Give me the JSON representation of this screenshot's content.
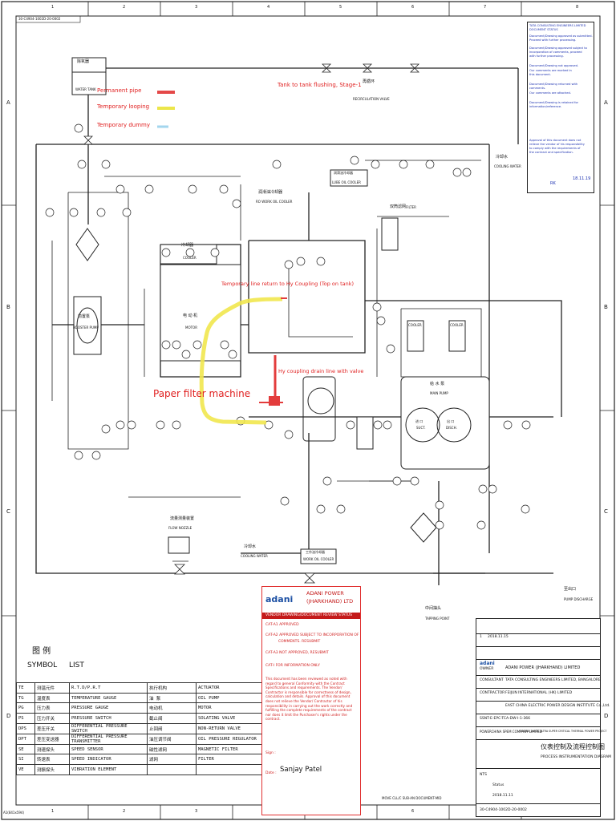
{
  "frame": {
    "col_labels": [
      "1",
      "2",
      "3",
      "4",
      "5",
      "6",
      "7",
      "8"
    ],
    "row_labels": [
      "A",
      "B",
      "C",
      "D"
    ],
    "drawing_ref_tab": "30-C4904-1002D-20-0002",
    "corner_note": "A1(841x594)"
  },
  "annotations": {
    "permanent_pipe": "Permanent pipe",
    "temporary_looping": "Temporary looping",
    "temporary_dummy": "Temporary dummy",
    "tank_flushing": "Tank to tank flushing, Stage-1",
    "temp_line": "Temporary line return to Hy Coupling (Top on tank)",
    "hy_coupling": "Hy coupling drain line with valve",
    "paper_filter": "Paper filter machine"
  },
  "components": {
    "water_tank_cn": "除氧器",
    "water_tank": "WATER TANK",
    "booster_pump_cn": "前置泵",
    "booster_pump": "BOOSTER PUMP",
    "cooler_cn": "冷却器",
    "cooler": "COOLER",
    "motor_cn": "电 动 机",
    "motor": "MOTOR",
    "wo_oil_cooler_cn": "工作油冷却器",
    "wo_oil_cooler": "WORK OIL COOLER",
    "ro_oil_cooler_cn": "润滑油冷却器",
    "ro_oil_cooler": "RO WORK OIL COOLER",
    "lube_oil_cooler_cn": "润滑油冷却器",
    "lube_oil_cooler": "LUBE OIL COOLER",
    "filter_cn": "双筒滤网",
    "filter": "FILTER",
    "main_pump_cn": "给 水 泵",
    "main_pump": "MAIN PUMP",
    "suct": "SUCT.",
    "disch": "DISCH.",
    "suct_cn": "进 口",
    "disch_cn": "出 口",
    "recirc_cn": "再循环",
    "recirc": "RECIRCULATION VALVE",
    "cooling_water_cn": "冷却水",
    "cooling_water": "COOLING WATER",
    "cooling_water2": "COOLING WATER",
    "flow_nozzle_cn": "流量测量装置",
    "flow_nozzle": "FLOW NOZZLE",
    "tapping_cn": "中间抽头",
    "tapping": "TAPPING POINT",
    "pump_discharge_cn": "至出口",
    "pump_discharge": "PUMP DISCHARGE",
    "cooler_left": "COOLER",
    "cooler_right": "COOLER"
  },
  "legend": {
    "title_cn": "图 例",
    "symbol": "SYMBOL",
    "list": "LIST",
    "rows": [
      {
        "code": "TE",
        "cn": "测温元件",
        "en": "R.T.D/P.R.T",
        "sym": "执行机构",
        "en2": "ACTUATOR"
      },
      {
        "code": "TG",
        "cn": "温度表",
        "en": "TEMPERATURE GAUGE",
        "sym": "油 泵",
        "en2": "OIL PUMP"
      },
      {
        "code": "PG",
        "cn": "压力表",
        "en": "PRESSURE GAUGE",
        "sym": "电动机",
        "en2": "MOTOR"
      },
      {
        "code": "PS",
        "cn": "压力开关",
        "en": "PRESSURE SWITCH",
        "sym": "截止阀",
        "en2": "SOLATING VALVE"
      },
      {
        "code": "DPS",
        "cn": "差压开关",
        "en": "DIFFERENTIAL PRESSURE SWITCH",
        "sym": "止回阀",
        "en2": "NON-RETURN VALVE"
      },
      {
        "code": "DPT",
        "cn": "差压变送器",
        "en": "DIFFERENTIAL PRESSURE TRANSMITTER",
        "sym": "油压调节阀",
        "en2": "OIL PRESSURE REGULATOR"
      },
      {
        "code": "SE",
        "cn": "测速探头",
        "en": "SPEED SENSOR",
        "sym": "磁性滤网",
        "en2": "MAGNETIC FILTER"
      },
      {
        "code": "SI",
        "cn": "转速表",
        "en": "SPEED INDICATOR",
        "sym": "滤网",
        "en2": "FILTER"
      },
      {
        "code": "VE",
        "cn": "测振探头",
        "en": "VIBRATION ELEMENT",
        "sym": "",
        "en2": ""
      }
    ]
  },
  "stamp": {
    "logo": "adani",
    "company_line1": "ADANI POWER",
    "company_line2": "(JHARKHAND) LTD",
    "status_title": "VENDOR DRAWING/DOCUMENT REVIEW STATUS",
    "cat1": "CAT-A1 APPROVED",
    "cat2": "CAT-A2 APPROVED SUBJECT TO INCORPORATION OF",
    "cat2b": "COMMENTS. RESUBMIT",
    "cat3": "CAT-A3 NOT APPROVED, RESUBMIT",
    "cat4": "CAT-I FOR INFORMATION ONLY",
    "body": "This document has been reviewed as noted with regard to general Conformity with the Contract Specifications and requirements. The Vendor/ Contractor is responsible for correctness of design, calculation and details. Approval of this document does not relieve the Vendor/ Contractor of his responsibility in carrying out the work correctly and fulfilling the complete requirements of the contract nor does it limit the Purchaser's rights under the contract.",
    "sign_label": "Sign :",
    "signer": "Sanjay Patel",
    "date_label": "Date :"
  },
  "notes_box": {
    "lines": [
      "TATA CONSULTING ENGINEERS LIMITED",
      "DOCUMENT STATUS",
      "Document/Drawing approved as submitted.",
      "Proceed with further processing.",
      "Document/Drawing approved subject to",
      "incorporation of comments, proceed",
      "with further processing.",
      "Document/Drawing not approved.",
      "Our comments are marked in",
      "this document.",
      "Document/Drawing returned with",
      "comments.",
      "Our comments are attached.",
      "Document/Drawing is retained for",
      "information/reference.",
      "Approval of this document does not",
      "relieve the vendor of his responsibility",
      "to comply with the requirements of",
      "the contract and specification.",
      "RK",
      "18.11.19"
    ]
  },
  "title_block": {
    "rev": "1",
    "date_rev": "2018.11.15",
    "client_label": "OWNER",
    "client": "ADANI POWER (JHARKHAND) LIMITED",
    "consultant_label": "CONSULTANT",
    "consultant": "TATA CONSULTING ENGINEERS LIMITED, BANGALORE",
    "contractor_label": "CONTRACTOR",
    "contractor": "FEIJUN INTERNATIONAL (HK) LIMITED",
    "designer": "EAST CHINA ELECTRIC POWER DESIGN INSTITUTE Co.,Ltd.",
    "doc_no": "SSNT-E-EPC-TCA-DW-I-1-366",
    "supplier": "POWERCHINA SPEM COMPANY LIMITED",
    "project": "GODDA 2x800 ULTRA SUPER CRITICAL THERMAL POWER PROJECT",
    "title_cn": "仪表控制及流程控制图",
    "title_en": "PROCESS INSTRUMENTATION DIAGRAM",
    "dwg_no": "30-C4904-1002D-20-0002",
    "scale": "NTS",
    "status": "Status",
    "date": "2018.11.11"
  },
  "bottom_strip": {
    "left": "MOVE  CLL/C  SUB-AN  DOCUMENT-MID"
  }
}
